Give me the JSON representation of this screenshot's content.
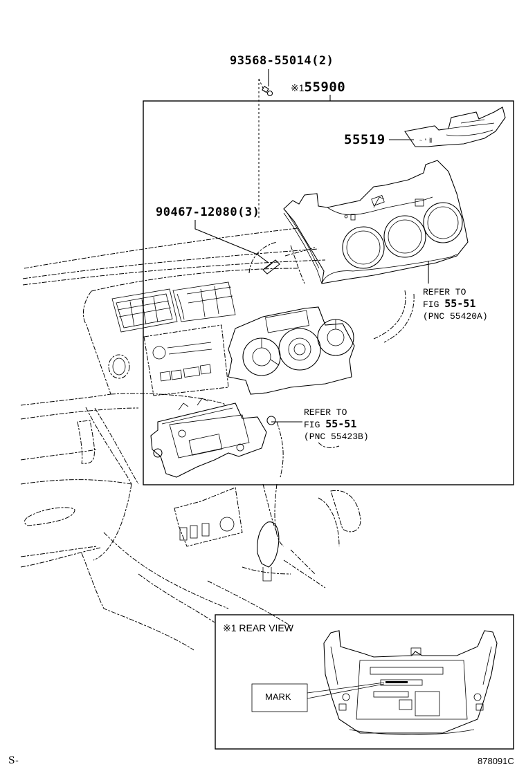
{
  "diagram": {
    "type": "parts-diagram",
    "subject": "Heater control / center cluster panel assembly",
    "callouts": [
      {
        "id": "screw",
        "part_no": "93568-55014",
        "qty": "(2)"
      },
      {
        "id": "panel",
        "prefix": "※1",
        "part_no": "55900"
      },
      {
        "id": "trim",
        "part_no": "55519"
      },
      {
        "id": "clip",
        "part_no": "90467-12080",
        "qty": "(3)"
      }
    ],
    "references": [
      {
        "id": "ref-control",
        "line1": "REFER TO",
        "fig_prefix": "FIG",
        "fig": "55-51",
        "pnc": "(PNC 55420A)"
      },
      {
        "id": "ref-bracket",
        "line1": "REFER TO",
        "fig_prefix": "FIG",
        "fig": "55-51",
        "pnc": "(PNC 55423B)"
      }
    ],
    "inset": {
      "title": "※1 REAR VIEW",
      "mark_label": "MARK"
    },
    "footer": {
      "left": "S-",
      "right": "878091C"
    }
  }
}
